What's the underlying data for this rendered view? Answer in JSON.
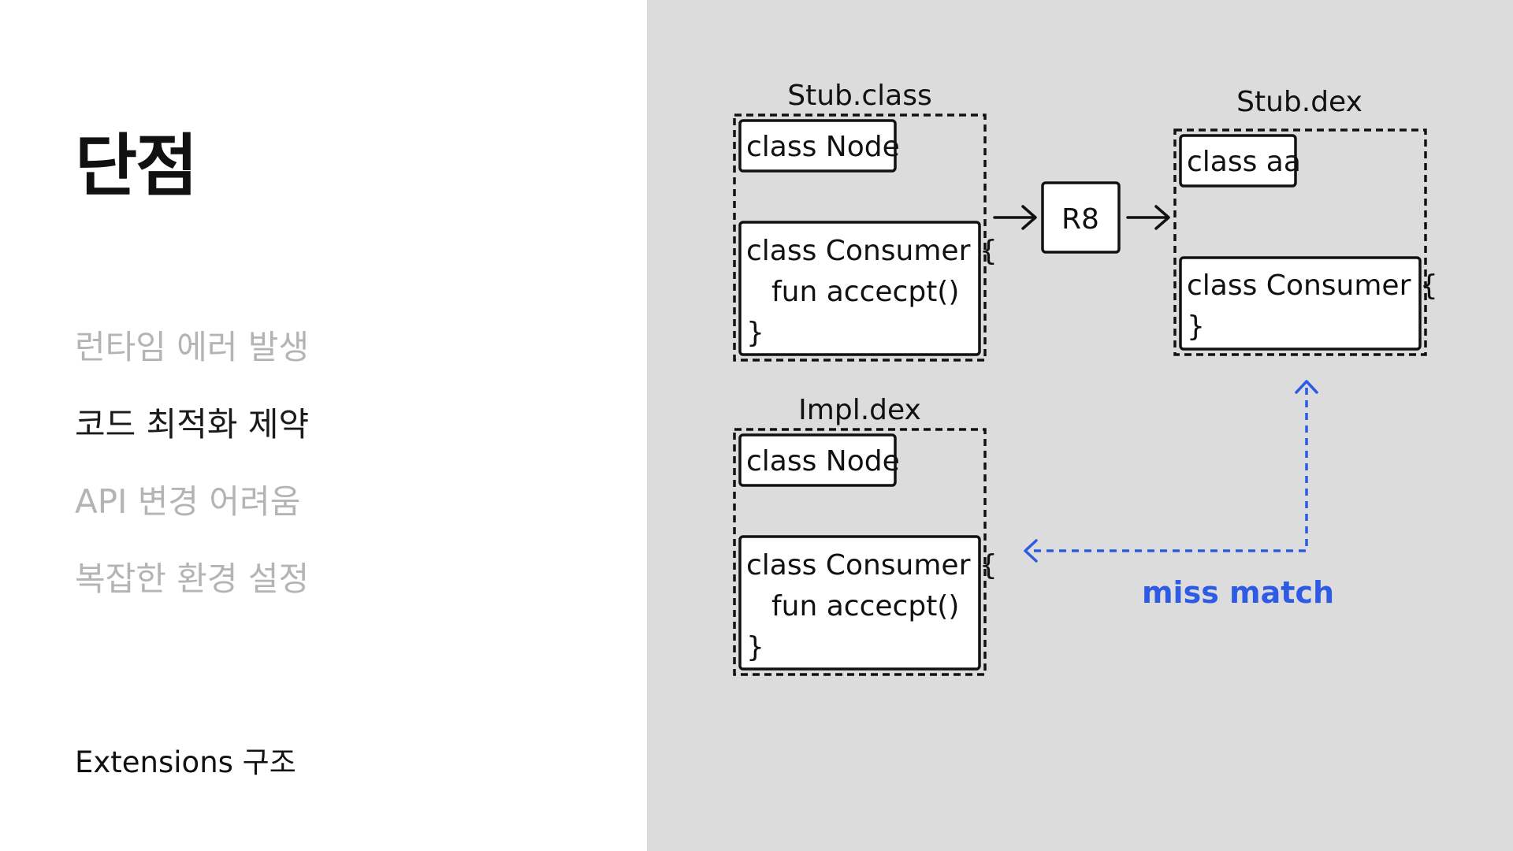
{
  "colors": {
    "right_panel_bg": "#dcdcdc",
    "accent_blue": "#2d5be3",
    "inactive_text": "#b4b4b4"
  },
  "title": "단점",
  "bullets": [
    {
      "label": "런타임 에러 발생",
      "active": false
    },
    {
      "label": "코드 최적화 제약",
      "active": true
    },
    {
      "label": "API 변경 어려움",
      "active": false
    },
    {
      "label": "복잡한 환경 설정",
      "active": false
    }
  ],
  "footer": "Extensions 구조",
  "diagram": {
    "stub_class": {
      "label": "Stub.class",
      "node_box": "class Node",
      "consumer_lines": [
        "class Consumer {",
        "fun accecpt()",
        "}"
      ]
    },
    "processor": "R8",
    "stub_dex": {
      "label": "Stub.dex",
      "node_box": "class aa",
      "consumer_lines": [
        "class Consumer {",
        "}"
      ]
    },
    "impl_dex": {
      "label": "Impl.dex",
      "node_box": "class Node",
      "consumer_lines": [
        "class Consumer {",
        "fun accecpt()",
        "}"
      ]
    },
    "mismatch_label": "miss match"
  }
}
